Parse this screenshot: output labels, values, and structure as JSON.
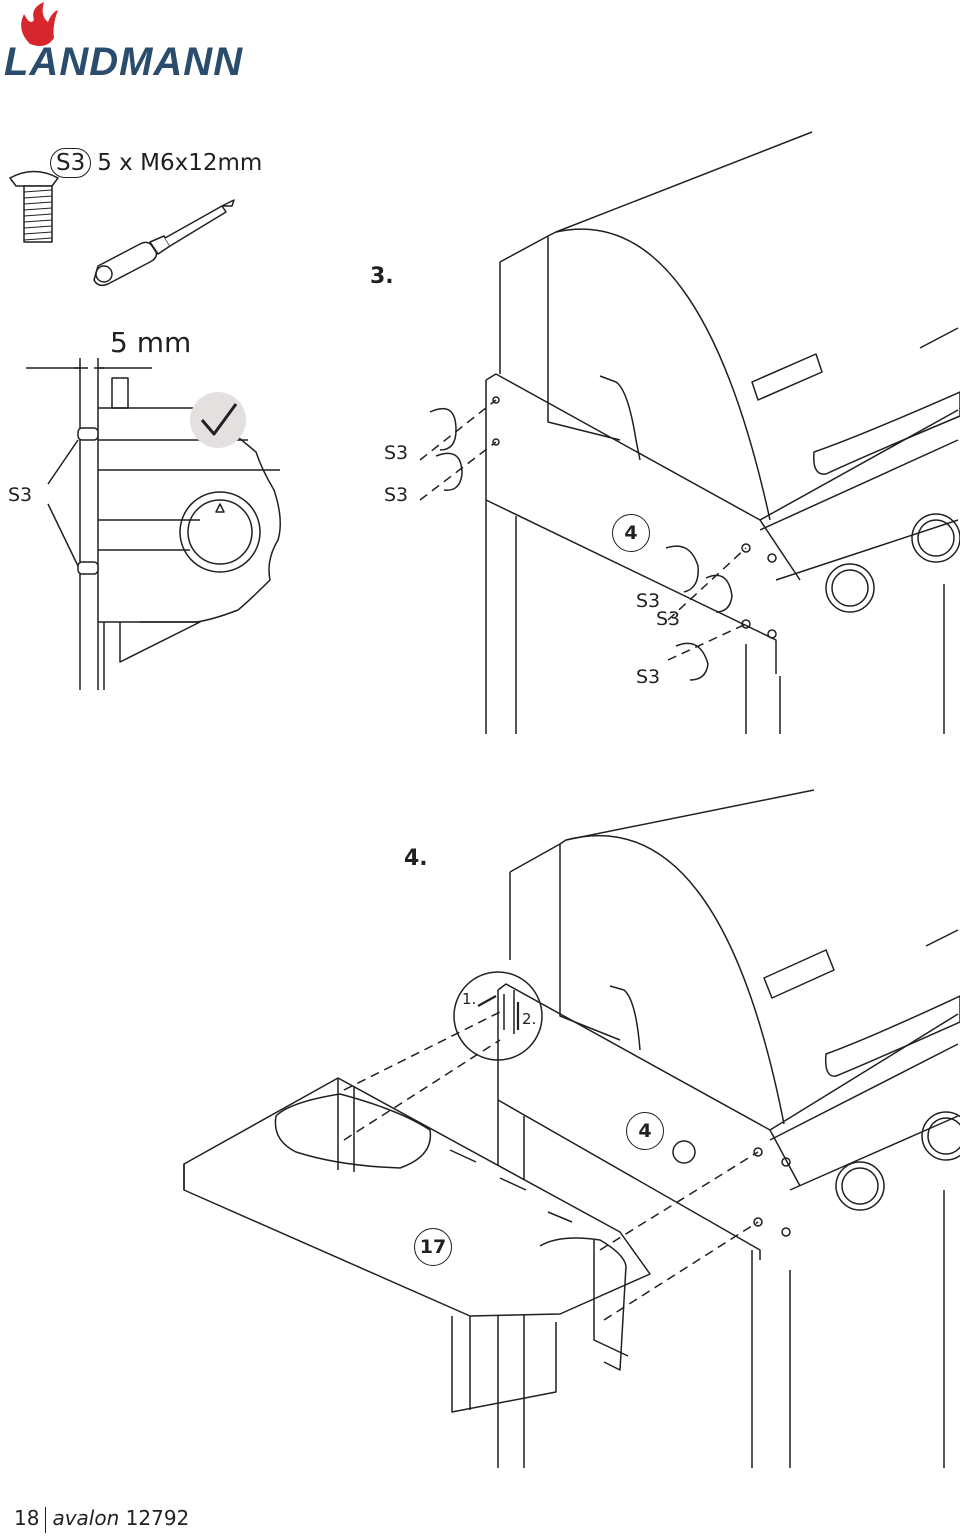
{
  "brand": {
    "name": "LANDMANN"
  },
  "hardware": {
    "tag": "S3",
    "spec": "5 x M6x12mm"
  },
  "step3": {
    "number": "3.",
    "dimension": "5 mm",
    "detail_label": "S3",
    "labels": [
      "S3",
      "S3",
      "S3",
      "S3",
      "S3"
    ],
    "part": "4"
  },
  "step4": {
    "number": "4.",
    "motion_1": "1.",
    "motion_2": "2.",
    "part_body": "4",
    "part_shelf": "17"
  },
  "footer": {
    "page": "18",
    "model": "avalon",
    "code": "12792"
  },
  "colors": {
    "brand": "#2b4d6d",
    "flame": "#d8262e",
    "ink": "#231f20",
    "check_bg": "#e4e0df"
  }
}
